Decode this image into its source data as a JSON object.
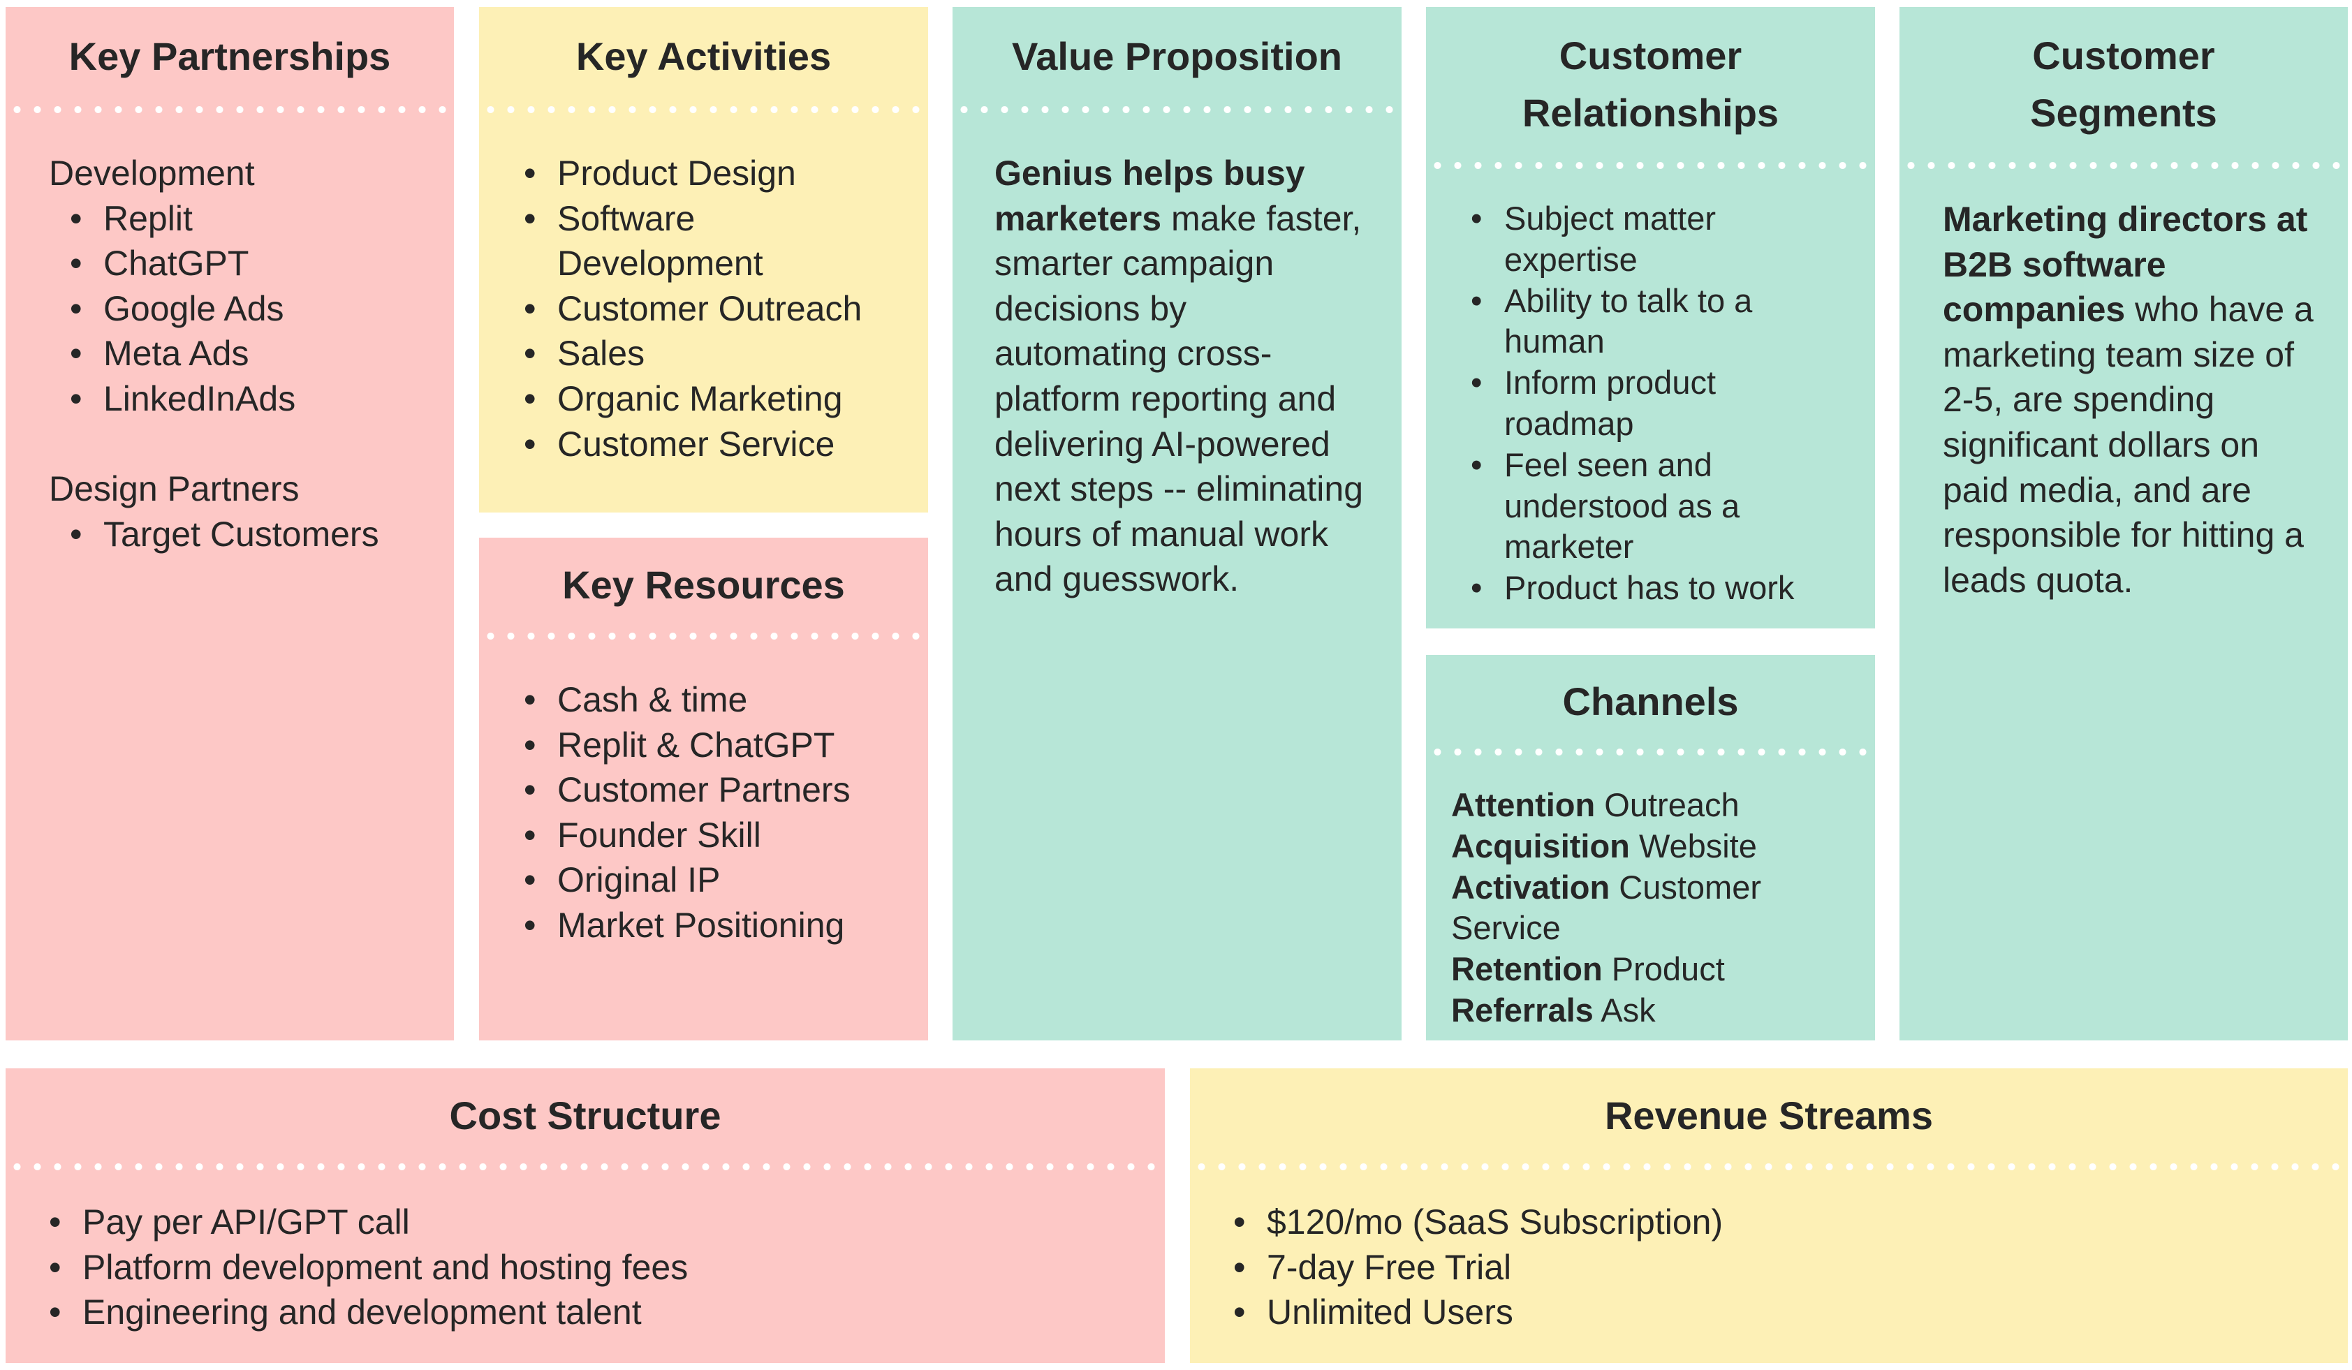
{
  "key_partnerships": {
    "title": "Key Partnerships",
    "groups": [
      {
        "label": "Development",
        "items": [
          "Replit",
          "ChatGPT",
          "Google Ads",
          "Meta Ads",
          "LinkedInAds"
        ]
      },
      {
        "label": "Design Partners",
        "items": [
          "Target Customers"
        ]
      }
    ]
  },
  "key_activities": {
    "title": "Key Activities",
    "items": [
      "Product Design",
      "Software Development",
      "Customer Outreach",
      "Sales",
      "Organic Marketing",
      "Customer Service"
    ]
  },
  "key_resources": {
    "title": "Key Resources",
    "items": [
      "Cash & time",
      "Replit & ChatGPT",
      "Customer Partners",
      "Founder Skill",
      "Original IP",
      "Market Positioning"
    ]
  },
  "value_proposition": {
    "title": "Value Proposition",
    "bold": "Genius helps busy marketers",
    "text": " make faster, smarter campaign decisions by automating cross-platform reporting and delivering AI-powered next steps -- eliminating hours of manual work and guesswork."
  },
  "customer_relationships": {
    "title": "Customer Relationships",
    "items": [
      "Subject matter expertise",
      "Ability to talk to a human",
      "Inform product roadmap",
      "Feel seen and understood as a marketer",
      "Product has to work"
    ]
  },
  "channels": {
    "title": "Channels",
    "items": [
      {
        "stage": "Attention",
        "channel": "Outreach"
      },
      {
        "stage": "Acquisition",
        "channel": "Website"
      },
      {
        "stage": "Activation",
        "channel": "Customer Service"
      },
      {
        "stage": "Retention",
        "channel": "Product"
      },
      {
        "stage": "Referrals",
        "channel": "Ask"
      }
    ]
  },
  "customer_segments": {
    "title": "Customer Segments",
    "bold": "Marketing directors at B2B software companies",
    "text": " who have a marketing team size of 2-5, are spending significant dollars on paid media, and are responsible for hitting a leads quota."
  },
  "cost_structure": {
    "title": "Cost Structure",
    "items": [
      "Pay per API/GPT call",
      "Platform development and hosting fees",
      "Engineering and development talent"
    ]
  },
  "revenue_streams": {
    "title": "Revenue Streams",
    "items": [
      "$120/mo (SaaS Subscription)",
      "7-day Free Trial",
      "Unlimited Users"
    ]
  },
  "colors": {
    "pink": "#fdc8c6",
    "yellow": "#fdf0b6",
    "green": "#b7e6d7",
    "divider": "#ffffff"
  }
}
